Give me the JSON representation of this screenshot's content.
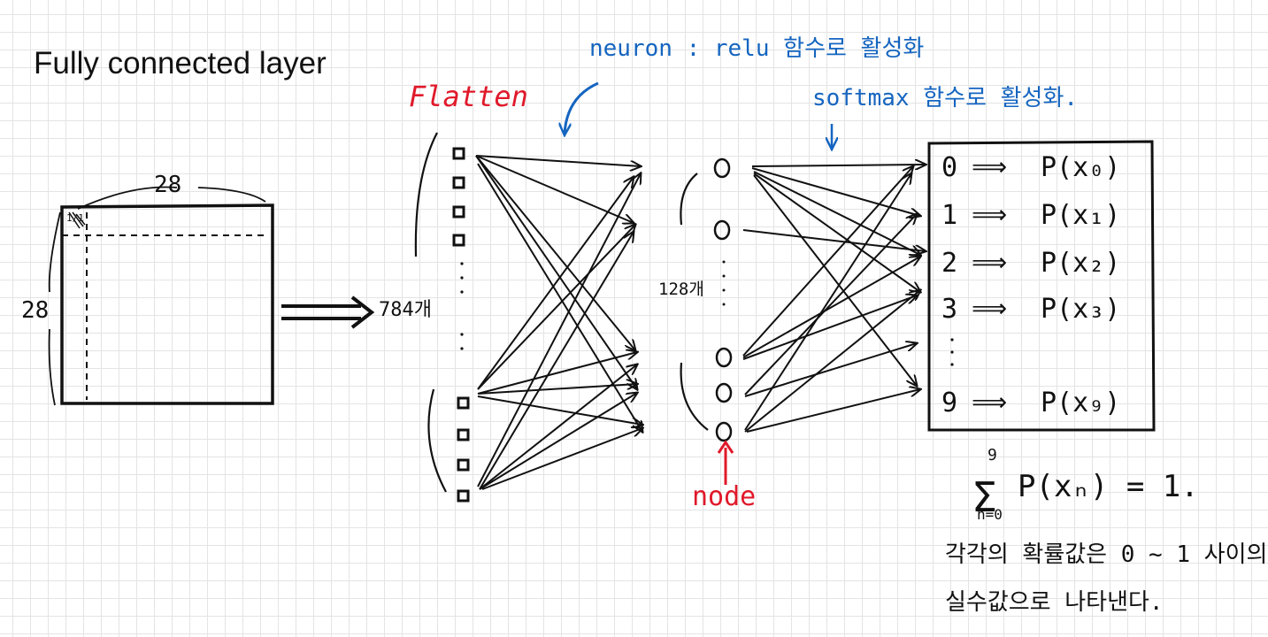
{
  "title": "Fully connected layer",
  "input": {
    "width_label": "28",
    "height_label": "28",
    "pixel_label": "1/1"
  },
  "flatten": {
    "label": "Flatten",
    "count_label": "784개"
  },
  "hidden": {
    "count_label": "128개",
    "node_label": "node"
  },
  "annotations": {
    "relu": "neuron : relu 함수로 활성화",
    "softmax": "softmax 함수로 활성화."
  },
  "outputs": [
    {
      "index": "0",
      "prob": "P(x₀)"
    },
    {
      "index": "1",
      "prob": "P(x₁)"
    },
    {
      "index": "2",
      "prob": "P(x₂)"
    },
    {
      "index": "3",
      "prob": "P(x₃)"
    },
    {
      "index": "9",
      "prob": "P(x₉)"
    }
  ],
  "formula": {
    "sum_top": "9",
    "sum_bottom": "n=0",
    "body": "P(xₙ) = 1."
  },
  "note": {
    "line1": "각각의 확률값은 0 ~ 1 사이의",
    "line2": "실수값으로 나타낸다."
  },
  "colors": {
    "ink": "#111111",
    "red": "#e0192a",
    "blue": "#1565c0",
    "grid": "#e4e4e4"
  }
}
